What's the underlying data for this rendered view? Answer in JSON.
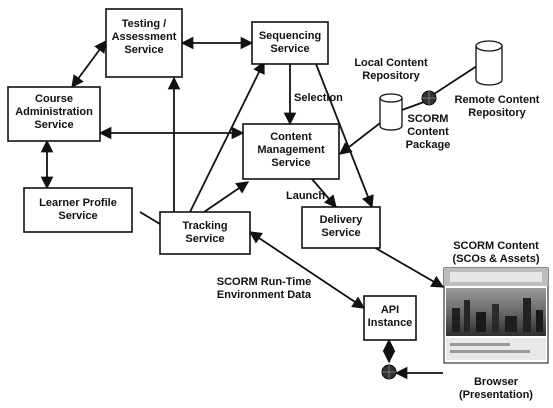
{
  "nodes": {
    "testing": [
      "Testing /",
      "Assessment",
      "Service"
    ],
    "sequencing": [
      "Sequencing",
      "Service"
    ],
    "course_admin": [
      "Course",
      "Administration",
      "Service"
    ],
    "content_mgmt": [
      "Content",
      "Management",
      "Service"
    ],
    "learner_profile": [
      "Learner Profile",
      "Service"
    ],
    "tracking": [
      "Tracking",
      "Service"
    ],
    "delivery": [
      "Delivery",
      "Service"
    ],
    "api_instance": [
      "API",
      "Instance"
    ]
  },
  "labels": {
    "local_repo": [
      "Local Content",
      "Repository"
    ],
    "remote_repo": [
      "Remote Content",
      "Repository"
    ],
    "scorm_package": [
      "SCORM",
      "Content",
      "Package"
    ],
    "selection": "Selection",
    "launch": "Launch",
    "runtime_data": [
      "SCORM Run-Time",
      "Environment Data"
    ],
    "scorm_content": [
      "SCORM Content",
      "(SCOs & Assets)"
    ],
    "browser": [
      "Browser",
      "(Presentation)"
    ]
  }
}
